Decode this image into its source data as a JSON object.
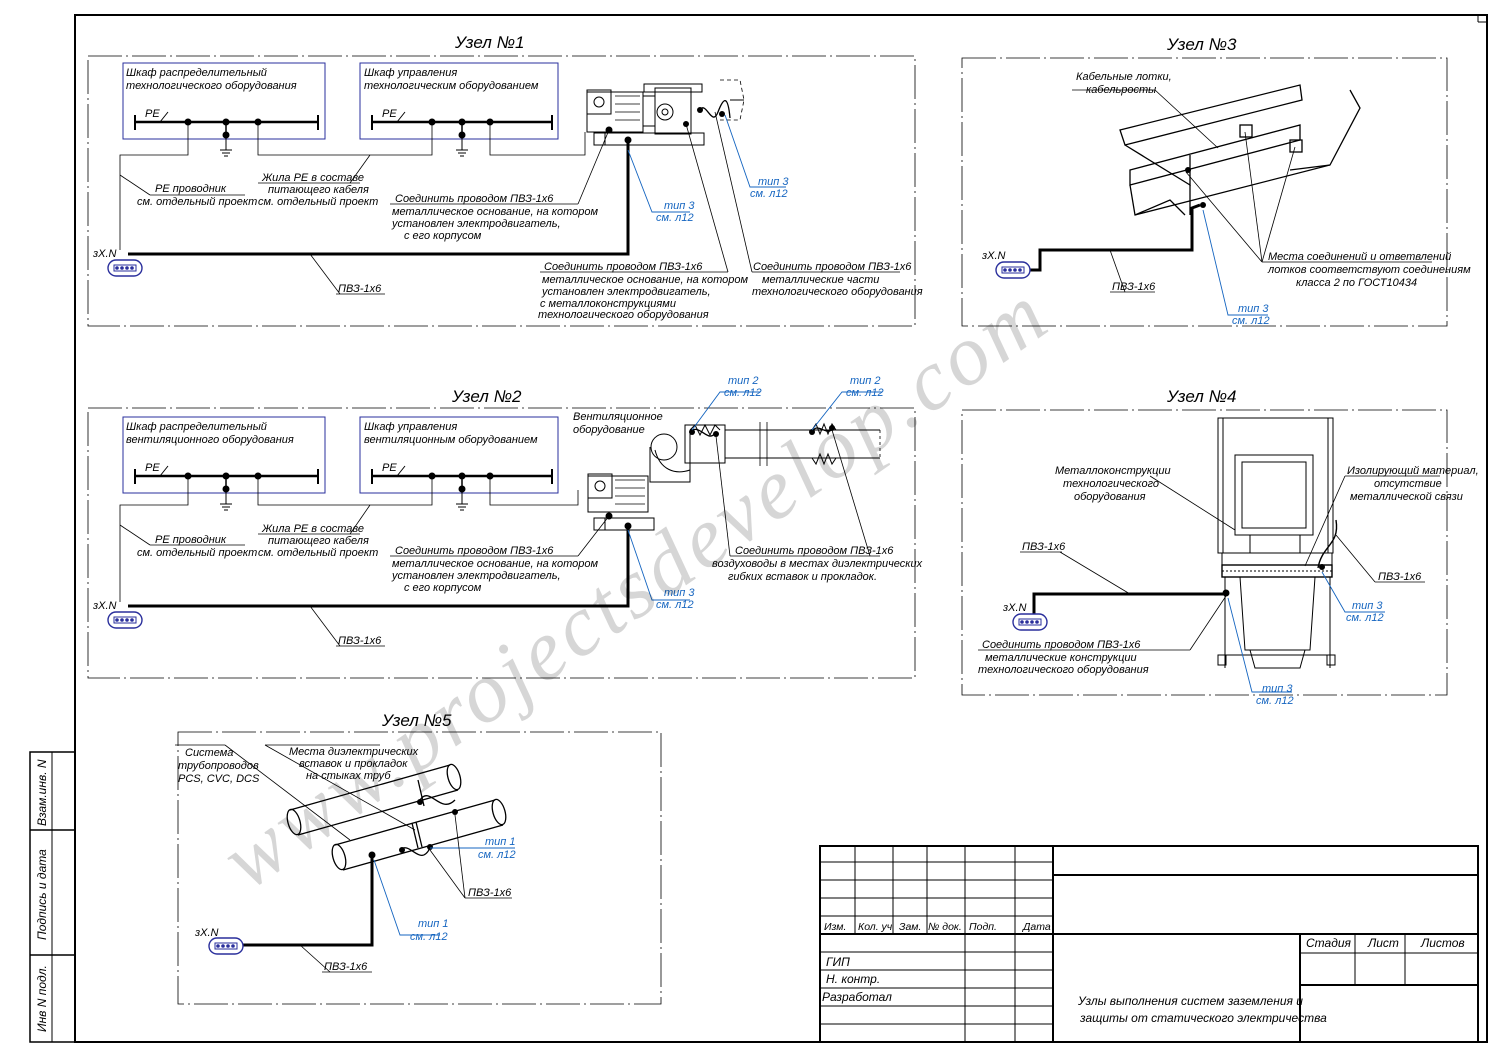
{
  "watermark": "www.projectsdevelop.com",
  "sheet_side": {
    "inv_podl": "Инв N подл.",
    "podpis": "Подпись и дата",
    "vzam": "Взам.инв. N"
  },
  "node1": {
    "title": "Узел №1",
    "cab1": [
      "Шкаф распределительный",
      "технологического оборудования"
    ],
    "cab2": [
      "Шкаф управления",
      "технологическим оборудованием"
    ],
    "pe1": "PE",
    "pe2": "PE",
    "pe_cond": [
      "PE проводник",
      "см. отдельный проект"
    ],
    "pe_core": [
      "Жила PE в составе",
      "питающего кабеля",
      "см. отдельный проект"
    ],
    "conn_motor": [
      "Соединить проводом ПВЗ-1х6",
      "металлическое основание, на котором",
      "установлен электродвигатель,",
      "с его корпусом"
    ],
    "conn_struct": [
      "Соединить проводом ПВЗ-1х6",
      "металлическое основание, на котором",
      "установлен электродвигатель,",
      "с металлоконструкциями",
      "технологического оборудования"
    ],
    "conn_parts": [
      "Соединить проводом ПВЗ-1х6",
      "металлические части",
      "технологического оборудования"
    ],
    "tip3a": [
      "тип 3",
      "см. л12"
    ],
    "tip3b": [
      "тип 3",
      "см. л12"
    ],
    "terminal": "зХ.N",
    "wire": "ПВЗ-1х6"
  },
  "node2": {
    "title": "Узел №2",
    "cab1": [
      "Шкаф распределительный",
      "вентиляционного оборудования"
    ],
    "cab2": [
      "Шкаф управления",
      "вентиляционным оборудованием"
    ],
    "pe1": "PE",
    "pe2": "PE",
    "vent": [
      "Вентиляционное",
      "оборудование"
    ],
    "tip2a": [
      "тип 2",
      "см. л12"
    ],
    "tip2b": [
      "тип 2",
      "см. л12"
    ],
    "pe_cond": [
      "PE проводник",
      "см. отдельный проект"
    ],
    "pe_core": [
      "Жила PE в составе",
      "питающего кабеля",
      "см. отдельный проект"
    ],
    "conn_motor": [
      "Соединить проводом ПВЗ-1х6",
      "металлическое основание, на котором",
      "установлен электродвигатель,",
      "с его корпусом"
    ],
    "conn_ducts": [
      "Соединить проводом ПВЗ-1х6",
      "воздуховоды в местах диэлектрических",
      "гибких вставок и прокладок."
    ],
    "tip3": [
      "тип 3",
      "см. л12"
    ],
    "terminal": "зХ.N",
    "wire": "ПВЗ-1х6"
  },
  "node3": {
    "title": "Узел №3",
    "trays": [
      "Кабельные лотки,",
      "кабельросты"
    ],
    "places": [
      "Места соединений и ответвлений",
      "лотков соответствуют соединениям",
      "класса 2 по ГОСТ10434"
    ],
    "tip3": [
      "тип 3",
      "см. л12"
    ],
    "terminal": "зХ.N",
    "wire": "ПВЗ-1х6"
  },
  "node4": {
    "title": "Узел №4",
    "metal": [
      "Металлоконструкции",
      "технологического",
      "оборудования"
    ],
    "insul": [
      "Изолирующий материал,",
      "отсутствие",
      "металлической связи"
    ],
    "wire_l": "ПВЗ-1х6",
    "wire_r": "ПВЗ-1х6",
    "tip3a": [
      "тип 3",
      "см. л12"
    ],
    "tip3b": [
      "тип 3",
      "см. л12"
    ],
    "terminal": "зХ.N",
    "conn": [
      "Соединить проводом ПВЗ-1х6",
      "металлические конструкции",
      "технологического оборудования"
    ]
  },
  "node5": {
    "title": "Узел №5",
    "system": [
      "Система",
      "трубопроводов",
      "PCS, CVC, DCS"
    ],
    "places": [
      "Места диэлектрических",
      "вставок и прокладок",
      "на стыках труб"
    ],
    "tip1a": [
      "тип 1",
      "см. л12"
    ],
    "tip1b": [
      "тип 1",
      "см. л12"
    ],
    "wire_mid": "ПВЗ-1х6",
    "terminal": "зХ.N",
    "wire": "ПВЗ-1х6"
  },
  "title_block": {
    "cols": [
      "Изм.",
      "Кол. уч",
      "Зам.",
      "№ док.",
      "Подп.",
      "Дата"
    ],
    "rows": [
      "ГИП",
      "Н. контр.",
      "Разработал"
    ],
    "stage_headers": [
      "Стадия",
      "Лист",
      "Листов"
    ],
    "doc_title": [
      "Узлы выполнения систем заземления и",
      "защиты от статического электричества"
    ]
  }
}
